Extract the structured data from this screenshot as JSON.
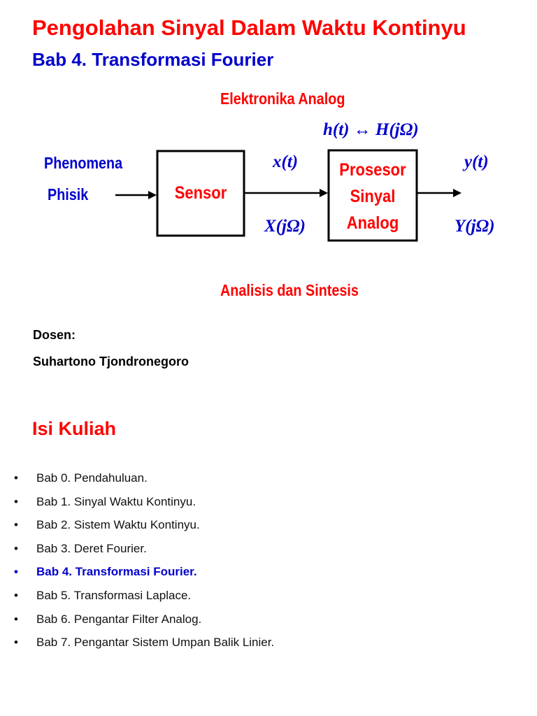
{
  "header": {
    "title": "Pengolahan Sinyal Dalam Waktu Kontinyu",
    "subtitle": "Bab 4. Transformasi Fourier"
  },
  "diagram": {
    "top_label": "Elektronika Analog",
    "transfer_label": "h(t) ↔ H(jΩ)",
    "input_label_line1": "Phenomena",
    "input_label_line2": "Phisik",
    "sensor_label": "Sensor",
    "signal_time": "x(t)",
    "signal_freq": "X(jΩ)",
    "processor_line1": "Prosesor",
    "processor_line2": "Sinyal",
    "processor_line3": "Analog",
    "output_time": "y(t)",
    "output_freq": "Y(jΩ)",
    "bottom_label": "Analisis dan Sintesis"
  },
  "lecturer": {
    "heading": "Dosen:",
    "name": "Suhartono Tjondronegoro"
  },
  "contents": {
    "heading": "Isi Kuliah",
    "items": [
      {
        "label": "Bab 0. Pendahuluan.",
        "active": false
      },
      {
        "label": "Bab 1. Sinyal Waktu Kontinyu.",
        "active": false
      },
      {
        "label": "Bab 2. Sistem Waktu Kontinyu.",
        "active": false
      },
      {
        "label": "Bab 3. Deret Fourier.",
        "active": false
      },
      {
        "label": "Bab 4. Transformasi Fourier.",
        "active": true
      },
      {
        "label": "Bab 5. Transformasi Laplace.",
        "active": false
      },
      {
        "label": "Bab 6. Pengantar Filter Analog.",
        "active": false
      },
      {
        "label": "Bab 7. Pengantar Sistem Umpan Balik Linier.",
        "active": false
      }
    ],
    "bullet": "•"
  },
  "colors": {
    "title": "#ff0000",
    "subtitle": "#0000cc",
    "active_item": "#0000cc"
  }
}
